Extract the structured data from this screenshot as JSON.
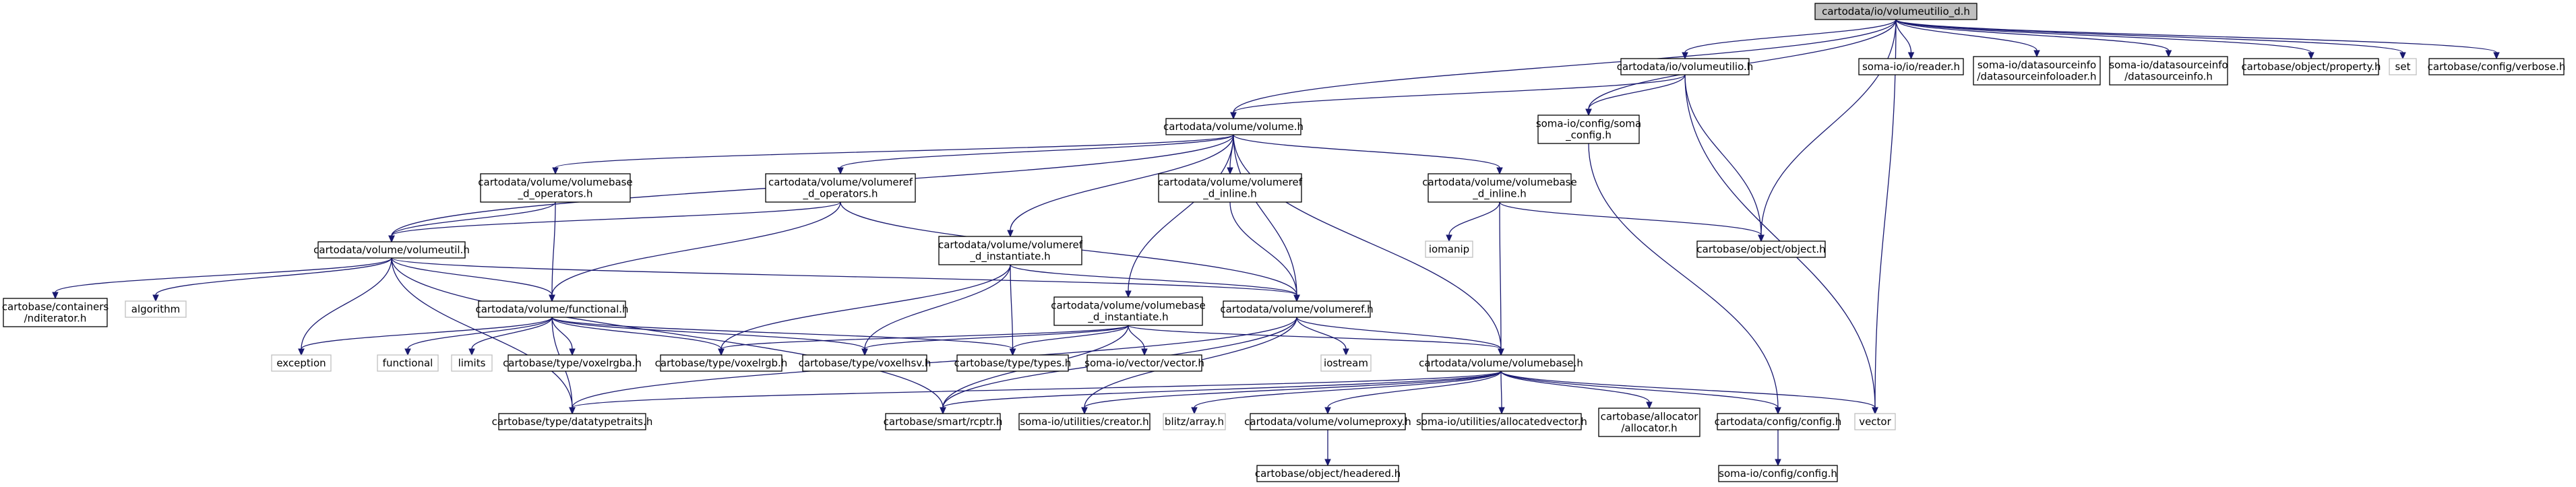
{
  "graph": {
    "root": "cartodata/io/volumeutilio_d.h",
    "nodes": {
      "root": {
        "lines": [
          "cartodata/io/volumeutilio_d.h"
        ],
        "style": "root"
      },
      "volumeutilio": {
        "lines": [
          "cartodata/io/volumeutilio.h"
        ],
        "style": "box"
      },
      "reader": {
        "lines": [
          "soma-io/io/reader.h"
        ],
        "style": "box"
      },
      "dsloader": {
        "lines": [
          "soma-io/datasourceinfo",
          "/datasourceinfoloader.h"
        ],
        "style": "box"
      },
      "dsinfo": {
        "lines": [
          "soma-io/datasourceinfo",
          "/datasourceinfo.h"
        ],
        "style": "box"
      },
      "property": {
        "lines": [
          "cartobase/object/property.h"
        ],
        "style": "box"
      },
      "set": {
        "lines": [
          "set"
        ],
        "style": "gray"
      },
      "verbose": {
        "lines": [
          "cartobase/config/verbose.h"
        ],
        "style": "box"
      },
      "volume": {
        "lines": [
          "cartodata/volume/volume.h"
        ],
        "style": "box"
      },
      "somaconfig": {
        "lines": [
          "soma-io/config/soma",
          "_config.h"
        ],
        "style": "box"
      },
      "vbopd": {
        "lines": [
          "cartodata/volume/volumebase",
          "_d_operators.h"
        ],
        "style": "box"
      },
      "vropd": {
        "lines": [
          "cartodata/volume/volumeref",
          "_d_operators.h"
        ],
        "style": "box"
      },
      "vrinl": {
        "lines": [
          "cartodata/volume/volumeref",
          "_d_inline.h"
        ],
        "style": "box"
      },
      "vbinl": {
        "lines": [
          "cartodata/volume/volumebase",
          "_d_inline.h"
        ],
        "style": "box"
      },
      "volumeutil": {
        "lines": [
          "cartodata/volume/volumeutil.h"
        ],
        "style": "box"
      },
      "vrinst": {
        "lines": [
          "cartodata/volume/volumeref",
          "_d_instantiate.h"
        ],
        "style": "box"
      },
      "iomanip": {
        "lines": [
          "iomanip"
        ],
        "style": "gray"
      },
      "object": {
        "lines": [
          "cartobase/object/object.h"
        ],
        "style": "box"
      },
      "mditer": {
        "lines": [
          "cartobase/containers",
          "/nditerator.h"
        ],
        "style": "box"
      },
      "algorithm": {
        "lines": [
          "algorithm"
        ],
        "style": "gray"
      },
      "functional_h": {
        "lines": [
          "cartodata/volume/functional.h"
        ],
        "style": "box"
      },
      "vbinst": {
        "lines": [
          "cartodata/volume/volumebase",
          "_d_instantiate.h"
        ],
        "style": "box"
      },
      "volumeref": {
        "lines": [
          "cartodata/volume/volumeref.h"
        ],
        "style": "box"
      },
      "exception": {
        "lines": [
          "exception"
        ],
        "style": "gray"
      },
      "functional": {
        "lines": [
          "functional"
        ],
        "style": "gray"
      },
      "limits": {
        "lines": [
          "limits"
        ],
        "style": "gray"
      },
      "voxelrgba": {
        "lines": [
          "cartobase/type/voxelrgba.h"
        ],
        "style": "box"
      },
      "voxelrgb": {
        "lines": [
          "cartobase/type/voxelrgb.h"
        ],
        "style": "box"
      },
      "voxelhsv": {
        "lines": [
          "cartobase/type/voxelhsv.h"
        ],
        "style": "box"
      },
      "types": {
        "lines": [
          "cartobase/type/types.h"
        ],
        "style": "box"
      },
      "vector_h": {
        "lines": [
          "soma-io/vector/vector.h"
        ],
        "style": "box"
      },
      "iostream": {
        "lines": [
          "iostream"
        ],
        "style": "gray"
      },
      "volumebase": {
        "lines": [
          "cartodata/volume/volumebase.h"
        ],
        "style": "box"
      },
      "dtraits": {
        "lines": [
          "cartobase/type/datatypetraits.h"
        ],
        "style": "box"
      },
      "rcptr": {
        "lines": [
          "cartobase/smart/rcptr.h"
        ],
        "style": "box"
      },
      "creator": {
        "lines": [
          "soma-io/utilities/creator.h"
        ],
        "style": "box"
      },
      "blitz": {
        "lines": [
          "blitz/array.h"
        ],
        "style": "gray"
      },
      "vproxy": {
        "lines": [
          "cartodata/volume/volumeproxy.h"
        ],
        "style": "box"
      },
      "allocvec": {
        "lines": [
          "soma-io/utilities/allocatedvector.h"
        ],
        "style": "box"
      },
      "allocator": {
        "lines": [
          "cartobase/allocator",
          "/allocator.h"
        ],
        "style": "box"
      },
      "cconfig": {
        "lines": [
          "cartodata/config/config.h"
        ],
        "style": "box"
      },
      "vector": {
        "lines": [
          "vector"
        ],
        "style": "gray"
      },
      "headered": {
        "lines": [
          "cartobase/object/headered.h"
        ],
        "style": "box"
      },
      "sconfig": {
        "lines": [
          "soma-io/config/config.h"
        ],
        "style": "box"
      }
    },
    "edges": [
      [
        "root",
        "volumeutilio"
      ],
      [
        "root",
        "reader"
      ],
      [
        "root",
        "dsloader"
      ],
      [
        "root",
        "dsinfo"
      ],
      [
        "root",
        "property"
      ],
      [
        "root",
        "set"
      ],
      [
        "root",
        "verbose"
      ],
      [
        "root",
        "volume"
      ],
      [
        "root",
        "somaconfig"
      ],
      [
        "root",
        "object"
      ],
      [
        "root",
        "vector"
      ],
      [
        "volumeutilio",
        "volume"
      ],
      [
        "volumeutilio",
        "somaconfig"
      ],
      [
        "volumeutilio",
        "object"
      ],
      [
        "volumeutilio",
        "vector"
      ],
      [
        "volume",
        "vbopd"
      ],
      [
        "volume",
        "vropd"
      ],
      [
        "volume",
        "vrinl"
      ],
      [
        "volume",
        "vbinl"
      ],
      [
        "volume",
        "volumeutil"
      ],
      [
        "volume",
        "vrinst"
      ],
      [
        "volume",
        "vbinst"
      ],
      [
        "volume",
        "volumeref"
      ],
      [
        "volume",
        "volumebase"
      ],
      [
        "somaconfig",
        "cconfig"
      ],
      [
        "vbopd",
        "volumeutil"
      ],
      [
        "vbopd",
        "functional_h"
      ],
      [
        "vropd",
        "volumeutil"
      ],
      [
        "vropd",
        "functional_h"
      ],
      [
        "vropd",
        "volumeref"
      ],
      [
        "vrinl",
        "volumeref"
      ],
      [
        "vbinl",
        "iomanip"
      ],
      [
        "vbinl",
        "object"
      ],
      [
        "vbinl",
        "volumebase"
      ],
      [
        "volumeutil",
        "mditer"
      ],
      [
        "volumeutil",
        "algorithm"
      ],
      [
        "volumeutil",
        "functional_h"
      ],
      [
        "volumeutil",
        "volumeref"
      ],
      [
        "volumeutil",
        "exception"
      ],
      [
        "volumeutil",
        "dtraits"
      ],
      [
        "volumeutil",
        "rcptr"
      ],
      [
        "vrinst",
        "voxelrgb"
      ],
      [
        "vrinst",
        "voxelhsv"
      ],
      [
        "vrinst",
        "types"
      ],
      [
        "vrinst",
        "volumeref"
      ],
      [
        "functional_h",
        "exception"
      ],
      [
        "functional_h",
        "functional"
      ],
      [
        "functional_h",
        "limits"
      ],
      [
        "functional_h",
        "voxelrgba"
      ],
      [
        "functional_h",
        "voxelrgb"
      ],
      [
        "functional_h",
        "voxelhsv"
      ],
      [
        "functional_h",
        "types"
      ],
      [
        "functional_h",
        "dtraits"
      ],
      [
        "vbinst",
        "voxelrgb"
      ],
      [
        "vbinst",
        "voxelhsv"
      ],
      [
        "vbinst",
        "types"
      ],
      [
        "vbinst",
        "vector_h"
      ],
      [
        "vbinst",
        "volumebase"
      ],
      [
        "vbinst",
        "rcptr"
      ],
      [
        "volumeref",
        "iostream"
      ],
      [
        "volumeref",
        "volumebase"
      ],
      [
        "volumeref",
        "dtraits"
      ],
      [
        "volumeref",
        "rcptr"
      ],
      [
        "volumeref",
        "creator"
      ],
      [
        "volumebase",
        "dtraits"
      ],
      [
        "volumebase",
        "rcptr"
      ],
      [
        "volumebase",
        "creator"
      ],
      [
        "volumebase",
        "blitz"
      ],
      [
        "volumebase",
        "vproxy"
      ],
      [
        "volumebase",
        "allocvec"
      ],
      [
        "volumebase",
        "allocator"
      ],
      [
        "volumebase",
        "cconfig"
      ],
      [
        "volumebase",
        "vector"
      ],
      [
        "vproxy",
        "headered"
      ],
      [
        "cconfig",
        "sconfig"
      ]
    ]
  }
}
